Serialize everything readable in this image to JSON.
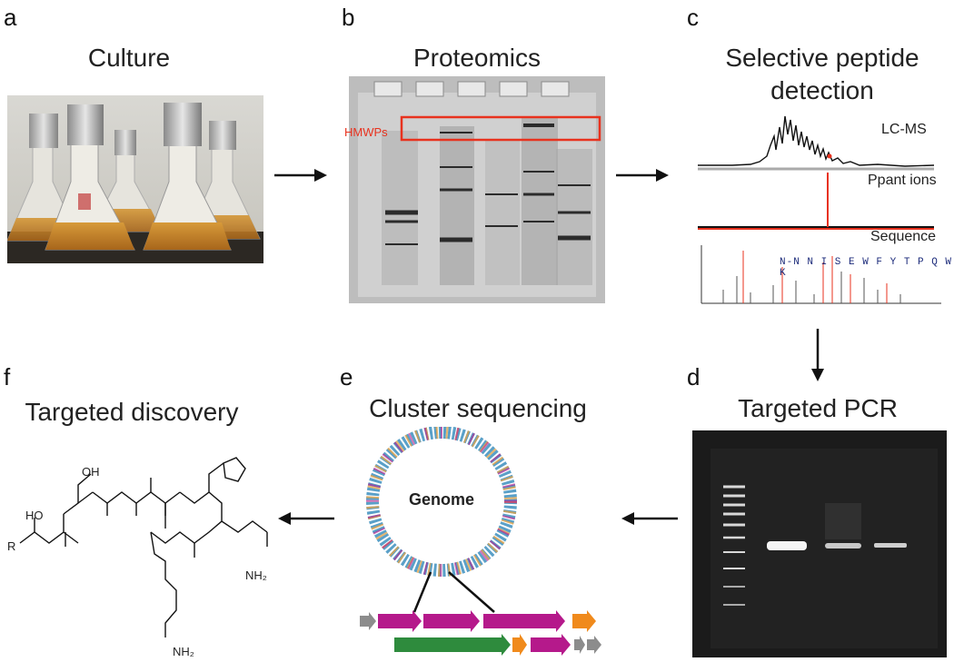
{
  "panels": {
    "a": {
      "letter": "a",
      "title": "Culture"
    },
    "b": {
      "letter": "b",
      "title": "Proteomics",
      "label": "HMWPs"
    },
    "c": {
      "letter": "c",
      "title_line1": "Selective peptide",
      "title_line2": "detection",
      "lcms": "LC-MS",
      "ppant": "Ppant ions",
      "sequence": "Sequence",
      "peptide": "N-N N I S E W F Y T P Q W K"
    },
    "d": {
      "letter": "d",
      "title": "Targeted PCR"
    },
    "e": {
      "letter": "e",
      "title": "Cluster sequencing",
      "genome": "Genome"
    },
    "f": {
      "letter": "f",
      "title": "Targeted discovery",
      "atoms": {
        "oh1": "OH",
        "oh2": "HO",
        "r": "R",
        "nh2a": "NH₂",
        "nh2b": "NH₂"
      }
    }
  },
  "colors": {
    "highlight_red": "#e8321e",
    "gene_magenta": "#b5198b",
    "gene_green": "#2e8b3d",
    "gene_orange": "#f08a1c",
    "gene_gray": "#8c8c8c"
  },
  "icons": [
    "arrow-right-icon",
    "arrow-down-icon",
    "arrow-left-icon"
  ]
}
